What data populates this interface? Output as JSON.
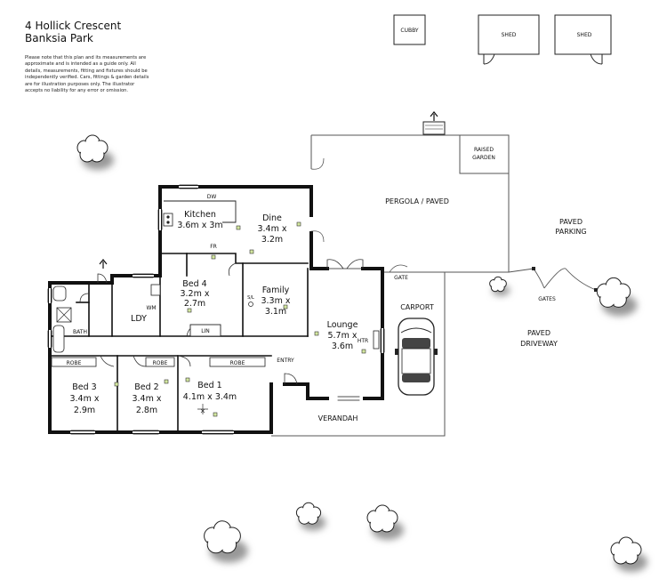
{
  "address": {
    "line1": "4 Hollick Crescent",
    "line2": "Banksia Park"
  },
  "disclaimer": "Please note that this plan and its measurements are approximate and is intended as a guide only. All details, measurements, fitting and fixtures should be independently verified. Cars, fittings & garden details are for illustration purposes only. The illustrator accepts no liability for any error or omission.",
  "outbuildings": {
    "cubby": "CUBBY",
    "shed1": "SHED",
    "shed2": "SHED"
  },
  "outdoor": {
    "raised_garden_1": "RAISED",
    "raised_garden_2": "GARDEN",
    "pergola": "PERGOLA / PAVED",
    "paved_parking_1": "PAVED",
    "paved_parking_2": "PARKING",
    "paved_driveway_1": "PAVED",
    "paved_driveway_2": "DRIVEWAY",
    "gates": "GATES",
    "gate": "GATE",
    "carport": "CARPORT",
    "verandah": "VERANDAH",
    "entry": "ENTRY"
  },
  "rooms": {
    "kitchen": {
      "name": "Kitchen",
      "size": "3.6m x 3m"
    },
    "dine": {
      "name": "Dine",
      "size1": "3.4m x",
      "size2": "3.2m"
    },
    "bed4": {
      "name": "Bed 4",
      "size1": "3.2m x",
      "size2": "2.7m"
    },
    "family": {
      "name": "Family",
      "size1": "3.3m x",
      "size2": "3.1m"
    },
    "lounge": {
      "name": "Lounge",
      "size1": "5.7m x",
      "size2": "3.6m"
    },
    "ldy": {
      "name": "LDY"
    },
    "bed3": {
      "name": "Bed 3",
      "size1": "3.4m x",
      "size2": "2.9m"
    },
    "bed2": {
      "name": "Bed 2",
      "size1": "3.4m x",
      "size2": "2.8m"
    },
    "bed1": {
      "name": "Bed 1",
      "size1": "4.1m x 3.4m"
    }
  },
  "fixtures": {
    "dw": "DW",
    "fr": "FR",
    "wm": "WM",
    "lin": "LIN",
    "bath": "BATH",
    "robe3": "ROBE",
    "robe2": "ROBE",
    "robe1": "ROBE",
    "htr": "HTR",
    "sl": "S/L"
  }
}
